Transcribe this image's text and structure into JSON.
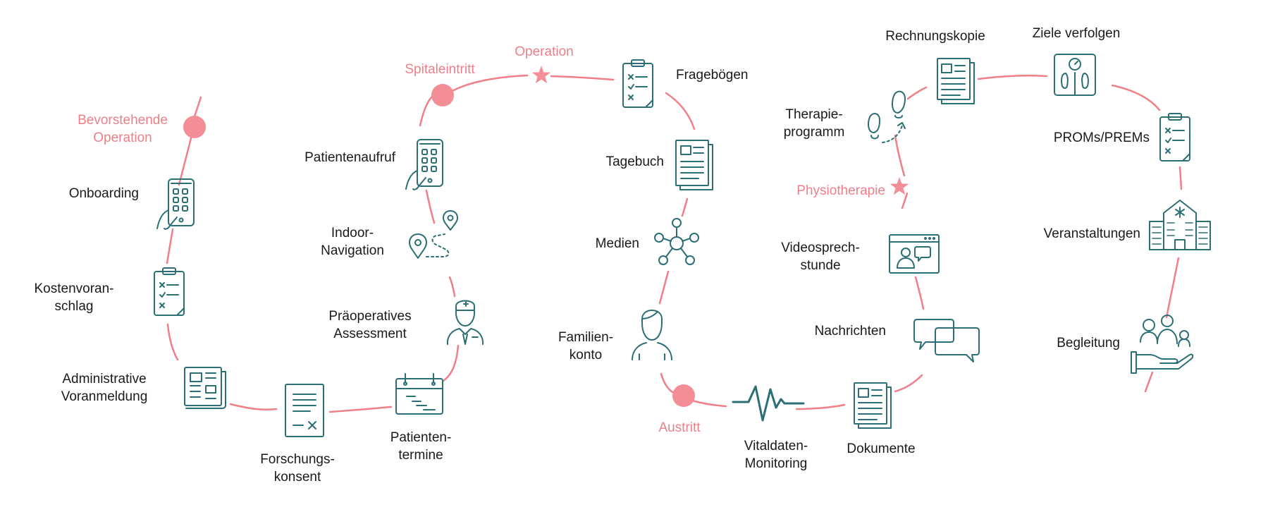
{
  "colors": {
    "path": "#f07f88",
    "icon": "#2b6f74",
    "milestone": "#ee7f88",
    "text": "#1a1a1a"
  },
  "milestones": {
    "bevorstehende_operation": "Bevorstehende\nOperation",
    "spitaleintritt": "Spitaleintritt",
    "operation": "Operation",
    "austritt": "Austritt",
    "physiotherapie": "Physiotherapie"
  },
  "steps": {
    "onboarding": {
      "label": "Onboarding",
      "icon": "phone-hand-icon"
    },
    "kostenvoranschlag": {
      "label": "Kostenvoran-\nschlag",
      "icon": "clipboard-icon"
    },
    "administrative_voranmeldung": {
      "label": "Administrative\nVoranmeldung",
      "icon": "newspaper-icon"
    },
    "forschungskonsent": {
      "label": "Forschungs-\nkonsent",
      "icon": "contract-icon"
    },
    "patiententermine": {
      "label": "Patienten-\ntermine",
      "icon": "calendar-icon"
    },
    "praeoperatives_assessment": {
      "label": "Präoperatives\nAssessment",
      "icon": "nurse-icon"
    },
    "indoor_navigation": {
      "label": "Indoor-\nNavigation",
      "icon": "route-pins-icon"
    },
    "patientenaufruf": {
      "label": "Patientenaufruf",
      "icon": "phone-hand-icon"
    },
    "frageboegen": {
      "label": "Fragebögen",
      "icon": "clipboard-icon"
    },
    "tagebuch": {
      "label": "Tagebuch",
      "icon": "document-icon"
    },
    "medien": {
      "label": "Medien",
      "icon": "network-icon"
    },
    "familienkonto": {
      "label": "Familien-\nkonto",
      "icon": "person-icon"
    },
    "vitaldaten_monitoring": {
      "label": "Vitaldaten-\nMonitoring",
      "icon": "heartbeat-icon"
    },
    "dokumente": {
      "label": "Dokumente",
      "icon": "documents-icon"
    },
    "nachrichten": {
      "label": "Nachrichten",
      "icon": "chat-bubbles-icon"
    },
    "videosprechstunde": {
      "label": "Videosprech-\nstunde",
      "icon": "video-call-icon"
    },
    "therapieprogramm": {
      "label": "Therapie-\nprogramm",
      "icon": "footsteps-icon"
    },
    "rechnungskopie": {
      "label": "Rechnungskopie",
      "icon": "documents-icon"
    },
    "ziele_verfolgen": {
      "label": "Ziele verfolgen",
      "icon": "scale-icon"
    },
    "proms_prems": {
      "label": "PROMs/PREMs",
      "icon": "clipboard-icon"
    },
    "veranstaltungen": {
      "label": "Veranstaltungen",
      "icon": "hospital-icon"
    },
    "begleitung": {
      "label": "Begleitung",
      "icon": "family-care-icon"
    }
  }
}
